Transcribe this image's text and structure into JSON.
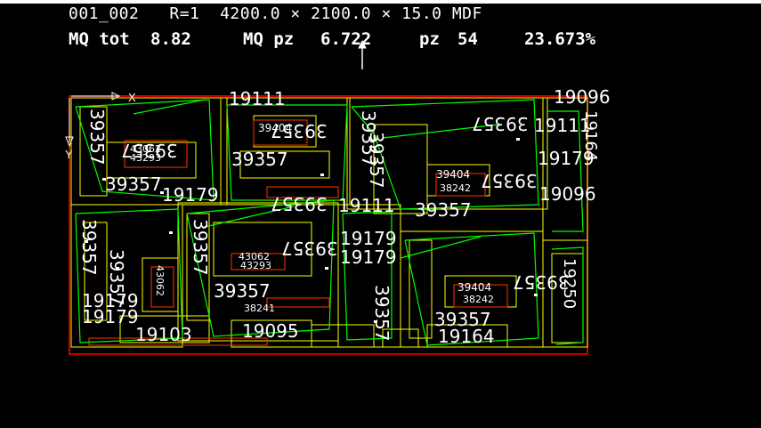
{
  "header": {
    "file": "001_002",
    "ratio": "R=1",
    "dims": "4200.0 × 2100.0 × 15.0 MDF",
    "mq_tot_label": "MQ tot",
    "mq_tot": "8.82",
    "mq_pz_label": "MQ pz",
    "mq_pz": "6.722",
    "pz_label": "pz",
    "pz": "54",
    "waste": "23.673%"
  },
  "axis": {
    "x": "X",
    "y": "Y"
  },
  "labels": [
    "19111",
    "19096",
    "39357",
    "39357",
    "39357",
    "39357",
    "19111",
    "19164",
    "39357",
    "39404",
    "43062",
    "43293",
    "39357",
    "19179",
    "39357",
    "19179",
    "39357",
    "19111",
    "39404",
    "38242",
    "39357",
    "19096",
    "39357",
    "39357",
    "43062",
    "43293",
    "19179",
    "19179",
    "39357",
    "39357",
    "19179",
    "43062",
    "39357",
    "38241",
    "39357",
    "19179",
    "19095",
    "19103",
    "39357",
    "39404",
    "38242",
    "39357",
    "19164",
    "19250",
    "39357",
    "39357"
  ],
  "colors": {
    "sheet": "#ff0000",
    "part": "#ffff00",
    "edge": "#00ff00",
    "text": "#ffffff"
  }
}
